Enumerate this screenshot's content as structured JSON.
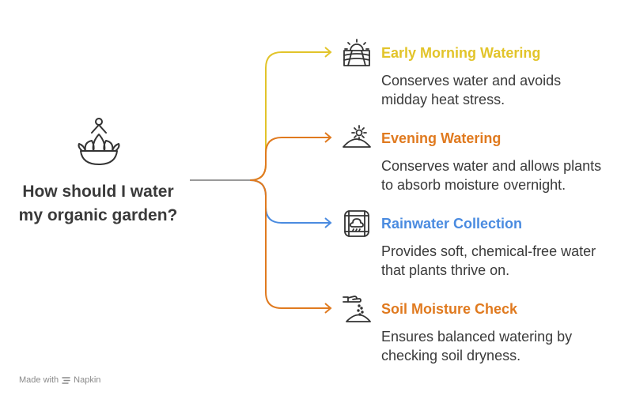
{
  "question": "How should I water my organic garden?",
  "root_icon": "flower-bowl-icon",
  "branches": [
    {
      "title": "Early Morning Watering",
      "description": "Conserves water and avoids midday heat stress.",
      "color": "#e2c42a",
      "icon": "sunrise-field-icon"
    },
    {
      "title": "Evening Watering",
      "description": "Conserves water and allows plants to absorb moisture overnight.",
      "color": "#e07a1f",
      "icon": "sunset-icon"
    },
    {
      "title": "Rainwater Collection",
      "description": "Provides soft, chemical-free water that plants thrive on.",
      "color": "#4a8be0",
      "icon": "rain-barrel-icon"
    },
    {
      "title": "Soil Moisture Check",
      "description": "Ensures balanced watering by checking soil dryness.",
      "color": "#e07a1f",
      "icon": "hand-soil-icon"
    }
  ],
  "trunk_color": "#9a9a9a",
  "footer": {
    "made_with": "Made with",
    "brand": "Napkin"
  }
}
